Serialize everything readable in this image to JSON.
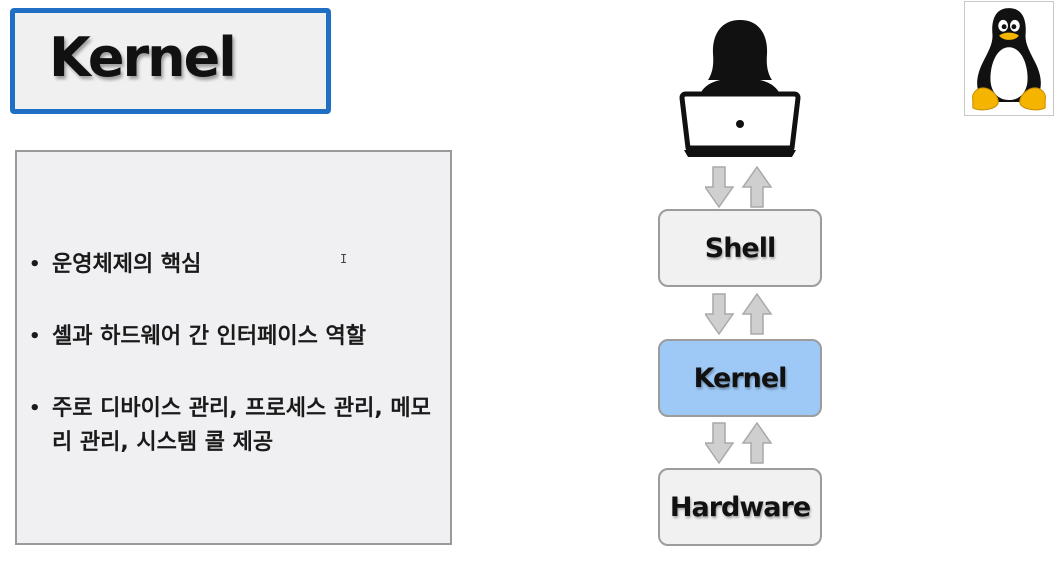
{
  "title": "Kernel",
  "bullets": [
    "운영체제의 핵심",
    "셸과 하드웨어 간 인터페이스 역할",
    "주로 디바이스 관리, 프로세스 관리, 메모리 관리, 시스템 콜 제공"
  ],
  "bullet_symbol": "•",
  "cursor_glyph": "I",
  "diagram": {
    "layers": [
      "Shell",
      "Kernel",
      "Hardware"
    ],
    "highlight_layer": "Kernel",
    "highlight_color": "#9ec8f5",
    "box_color": "#f1f1f1",
    "arrow_color": "#cfcfcf",
    "user_icon": "user-laptop-icon",
    "logo_icon": "tux-penguin-icon"
  },
  "colors": {
    "title_border": "#1f6fc4",
    "panel_background": "#f0f0f2"
  }
}
